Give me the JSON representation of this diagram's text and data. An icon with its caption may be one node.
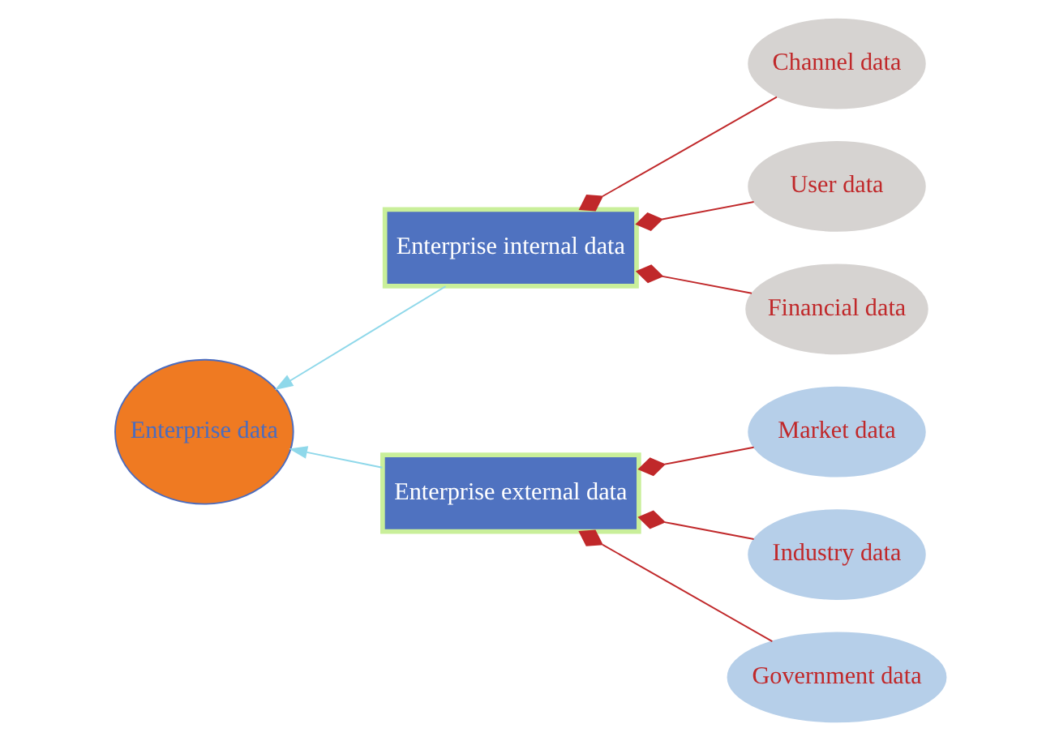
{
  "diagram": {
    "nodes": [
      {
        "text": [
          "Enterprise data"
        ]
      },
      {
        "text": [
          "Enterprise internal data"
        ]
      },
      {
        "text": [
          "Enterprise external data"
        ]
      },
      {
        "text": [
          "Channel data"
        ]
      },
      {
        "text": [
          "User data"
        ]
      },
      {
        "text": [
          "Financial data"
        ]
      },
      {
        "text": [
          "Market data"
        ]
      },
      {
        "text": [
          "Industry data"
        ]
      },
      {
        "text": [
          "Government data"
        ]
      }
    ],
    "edges": [
      {
        "from": 1,
        "to": 0,
        "arrow": "to",
        "color": "#8fd8ea"
      },
      {
        "from": 2,
        "to": 0,
        "arrow": "to",
        "color": "#8fd8ea"
      },
      {
        "from": 3,
        "to": 1,
        "arrow": "other"
      },
      {
        "from": 4,
        "to": 1,
        "arrow": "other"
      },
      {
        "from": 5,
        "to": 1,
        "arrow": "other"
      },
      {
        "from": 6,
        "to": 2,
        "arrow": "other"
      },
      {
        "from": 7,
        "to": 2,
        "arrow": "other"
      },
      {
        "from": 8,
        "to": 2,
        "arrow": "other"
      }
    ]
  }
}
